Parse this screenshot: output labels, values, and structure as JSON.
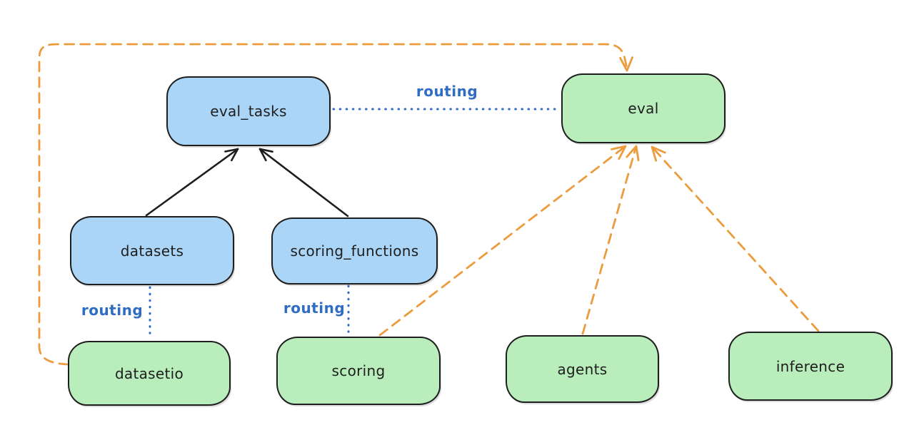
{
  "diagram": {
    "nodes": {
      "eval_tasks": {
        "label": "eval_tasks",
        "kind": "registry",
        "fill": "#abd5f6"
      },
      "datasets": {
        "label": "datasets",
        "kind": "registry",
        "fill": "#abd5f6"
      },
      "scoring_functions": {
        "label": "scoring_functions",
        "kind": "registry",
        "fill": "#abd5f6"
      },
      "eval": {
        "label": "eval",
        "kind": "api",
        "fill": "#b9eebc"
      },
      "datasetio": {
        "label": "datasetio",
        "kind": "api",
        "fill": "#b9eebc"
      },
      "scoring": {
        "label": "scoring",
        "kind": "api",
        "fill": "#b9eebc"
      },
      "agents": {
        "label": "agents",
        "kind": "api",
        "fill": "#b9eebc"
      },
      "inference": {
        "label": "inference",
        "kind": "api",
        "fill": "#b9eebc"
      }
    },
    "edges": [
      {
        "from": "datasets",
        "to": "eval_tasks",
        "style": "solid-arrow",
        "color": "#1e1e1e",
        "label": ""
      },
      {
        "from": "scoring_functions",
        "to": "eval_tasks",
        "style": "solid-arrow",
        "color": "#1e1e1e",
        "label": ""
      },
      {
        "from": "eval_tasks",
        "to": "eval",
        "style": "dotted",
        "color": "#2f6cc4",
        "label": "routing"
      },
      {
        "from": "datasets",
        "to": "datasetio",
        "style": "dotted",
        "color": "#2f6cc4",
        "label": "routing"
      },
      {
        "from": "scoring_functions",
        "to": "scoring",
        "style": "dotted",
        "color": "#2f6cc4",
        "label": "routing"
      },
      {
        "from": "datasetio",
        "to": "eval",
        "style": "dashed-arrow",
        "color": "#ec9b3d",
        "label": ""
      },
      {
        "from": "scoring",
        "to": "eval",
        "style": "dashed-arrow",
        "color": "#ec9b3d",
        "label": ""
      },
      {
        "from": "agents",
        "to": "eval",
        "style": "dashed-arrow",
        "color": "#ec9b3d",
        "label": ""
      },
      {
        "from": "inference",
        "to": "eval",
        "style": "dashed-arrow",
        "color": "#ec9b3d",
        "label": ""
      }
    ]
  },
  "colors": {
    "node_blue": "#abd5f6",
    "node_green": "#b9eebc",
    "stroke": "#1e1e1e",
    "routing_blue": "#2f6cc4",
    "orange": "#ec9b3d",
    "background": "#ffffff"
  }
}
